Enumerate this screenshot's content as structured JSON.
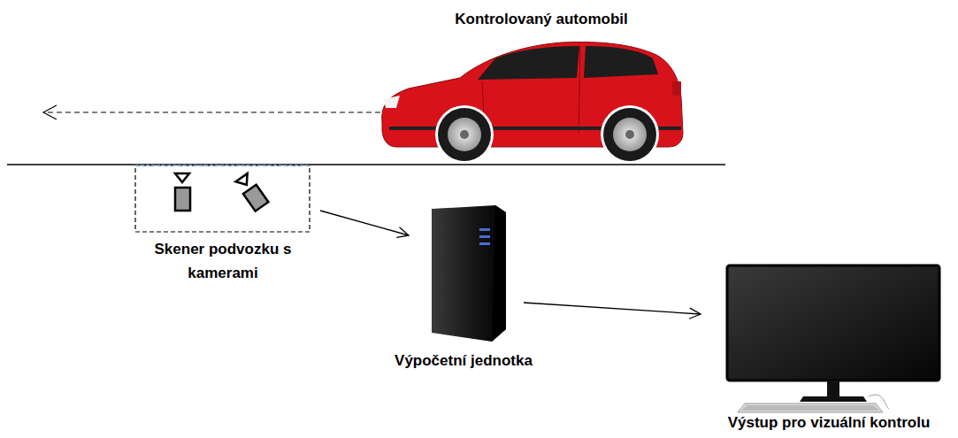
{
  "diagram": {
    "nodes": [
      {
        "text": [
          "Kontrolovaný automobil"
        ]
      },
      {
        "text": [
          "Skener podvozku s kamerami"
        ]
      },
      {
        "text": [
          "Výpočetní jednotka"
        ]
      },
      {
        "text": [
          "Výstup pro vizuální kontrolu"
        ]
      }
    ],
    "edges": [
      {
        "from": 1,
        "to": 2,
        "arrow": "to"
      },
      {
        "from": 2,
        "to": 3,
        "arrow": "to"
      }
    ]
  }
}
